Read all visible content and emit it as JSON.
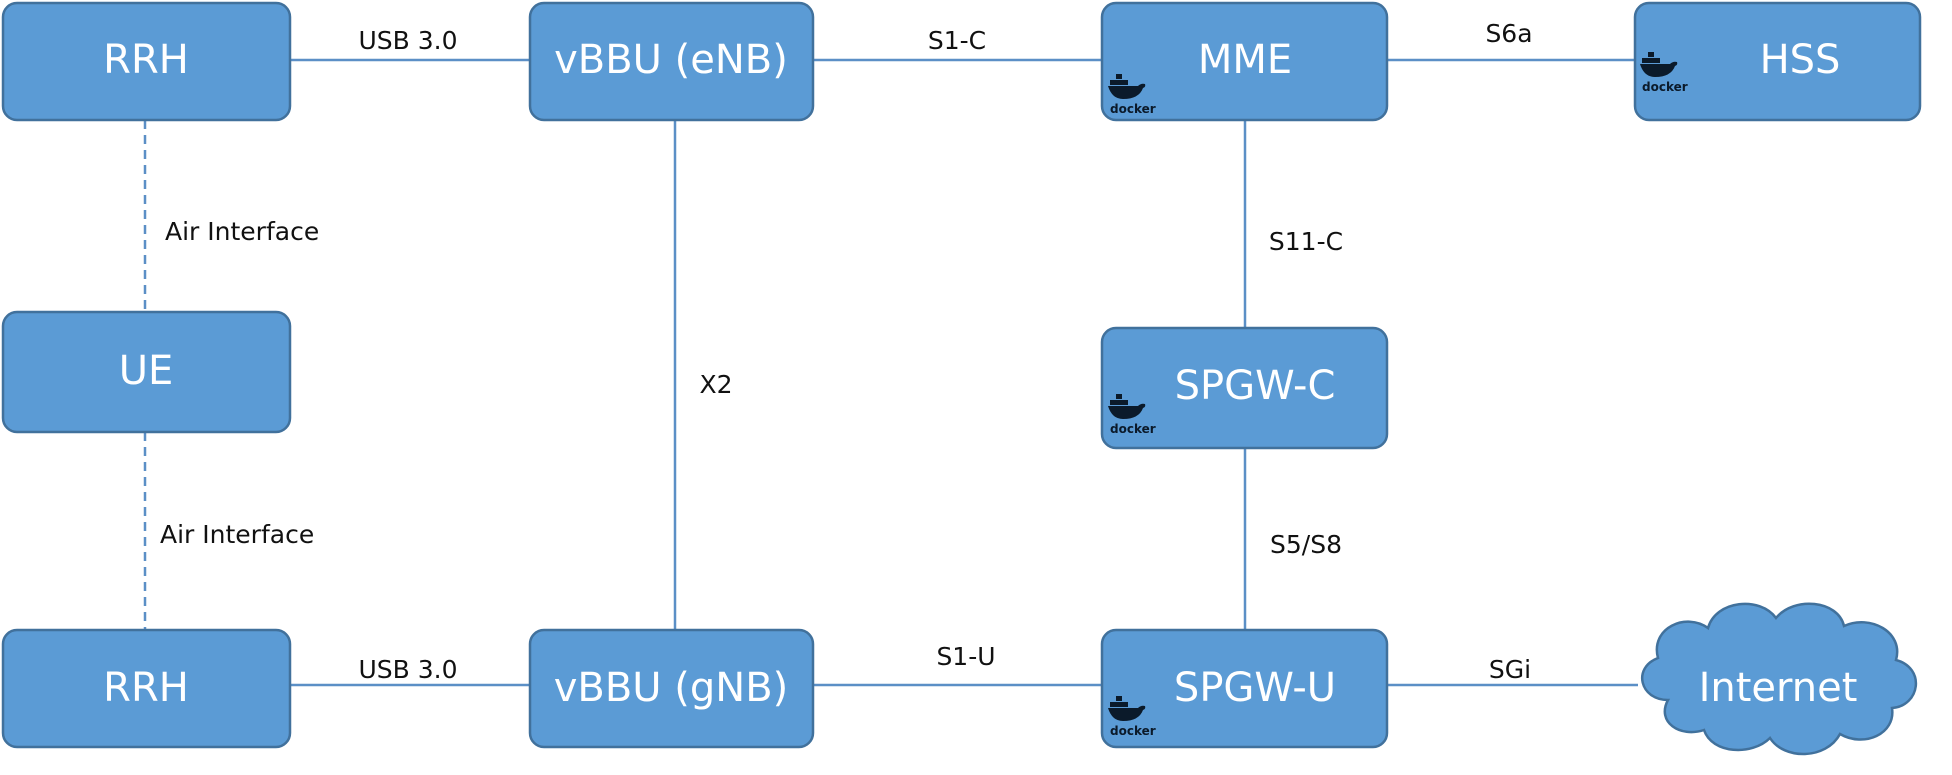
{
  "colors": {
    "node_fill": "#5b9bd5",
    "node_stroke": "#41719c",
    "line": "#5b8fc6",
    "node_text": "#ffffff",
    "edge_text": "#111111",
    "docker_ink": "#0b1a2a"
  },
  "nodes": {
    "rrh_top": {
      "label": "RRH"
    },
    "vbbu_enb": {
      "label": "vBBU (eNB)"
    },
    "mme": {
      "label": "MME",
      "docker_logo": "docker-icon",
      "docker_text": "docker"
    },
    "hss": {
      "label": "HSS",
      "docker_logo": "docker-icon",
      "docker_text": "docker"
    },
    "ue": {
      "label": "UE"
    },
    "spgw_c": {
      "label": "SPGW-C",
      "docker_logo": "docker-icon",
      "docker_text": "docker"
    },
    "rrh_bottom": {
      "label": "RRH"
    },
    "vbbu_gnb": {
      "label": "vBBU (gNB)"
    },
    "spgw_u": {
      "label": "SPGW-U",
      "docker_logo": "docker-icon",
      "docker_text": "docker"
    },
    "internet": {
      "label": "Internet",
      "shape": "cloud"
    }
  },
  "edges": {
    "rrh_top_vbbu_enb": {
      "label": "USB 3.0"
    },
    "vbbu_enb_mme": {
      "label": "S1-C"
    },
    "mme_hss": {
      "label": "S6a"
    },
    "rrh_top_ue": {
      "label": "Air Interface",
      "style": "dashed"
    },
    "ue_rrh_bottom": {
      "label": "Air Interface",
      "style": "dashed"
    },
    "vbbu_enb_vbbu_gnb": {
      "label": "X2"
    },
    "mme_spgw_c": {
      "label": "S11-C"
    },
    "spgw_c_spgw_u": {
      "label": "S5/S8"
    },
    "rrh_bottom_vbbu_gnb": {
      "label": "USB 3.0"
    },
    "vbbu_gnb_spgw_u": {
      "label": "S1-U"
    },
    "spgw_u_internet": {
      "label": "SGi"
    }
  }
}
